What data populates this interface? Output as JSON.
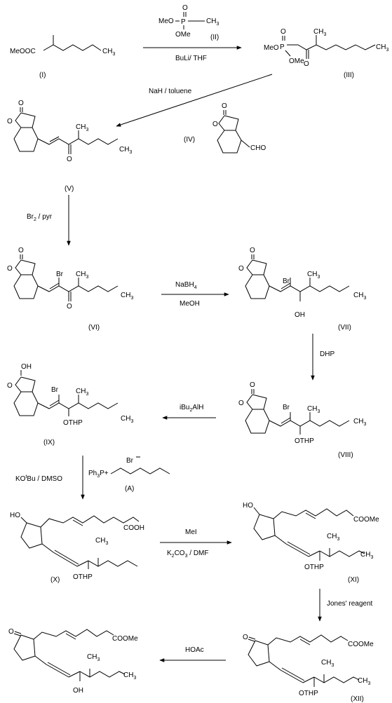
{
  "compounds": {
    "I": {
      "label": "(I)",
      "atoms": {
        "ester": "MeOOC",
        "ch3": "CH",
        "ch3_sub": "3"
      }
    },
    "II": {
      "label": "(II)",
      "atoms": {
        "o": "O",
        "p": "P",
        "meo": "MeO",
        "ome": "OMe",
        "ch3": "CH",
        "ch3_sub": "3"
      }
    },
    "III": {
      "label": "(III)",
      "atoms": {
        "meo": "MeO",
        "p": "P",
        "o_top": "O",
        "ome": "OMe",
        "o_keto": "O",
        "ch3_top": "CH",
        "ch3_top_sub": "3",
        "ch3_end": "CH",
        "ch3_end_sub": "3"
      }
    },
    "IV": {
      "label": "(IV)",
      "atoms": {
        "o_ring": "O",
        "o_carbonyl": "O",
        "cho": "CHO"
      }
    },
    "V": {
      "label": "(V)",
      "atoms": {
        "o_ring": "O",
        "o_carbonyl": "O",
        "o_keto": "O",
        "ch3_top": "CH",
        "ch3_top_sub": "3",
        "ch3_end": "CH",
        "ch3_end_sub": "3"
      }
    },
    "VI": {
      "label": "(VI)",
      "atoms": {
        "o_ring": "O",
        "o_carbonyl": "O",
        "br": "Br",
        "o_keto": "O",
        "ch3_top": "CH",
        "ch3_top_sub": "3",
        "ch3_end": "CH",
        "ch3_end_sub": "3"
      }
    },
    "VII": {
      "label": "(VII)",
      "atoms": {
        "o_ring": "O",
        "o_carbonyl": "O",
        "br": "Br",
        "oh": "OH",
        "ch3_top": "CH",
        "ch3_top_sub": "3",
        "ch3_end": "CH",
        "ch3_end_sub": "3"
      }
    },
    "VIII": {
      "label": "(VIII)",
      "atoms": {
        "o_ring": "O",
        "o_carbonyl": "O",
        "br": "Br",
        "othp": "OTHP",
        "ch3_top": "CH",
        "ch3_top_sub": "3",
        "ch3_end": "CH",
        "ch3_end_sub": "3"
      }
    },
    "IX": {
      "label": "(IX)",
      "atoms": {
        "oh": "OH",
        "o_ring": "O",
        "br": "Br",
        "othp": "OTHP",
        "ch3_top": "CH",
        "ch3_top_sub": "3",
        "ch3_end": "CH",
        "ch3_end_sub": "3"
      }
    },
    "A": {
      "label": "(A)",
      "atoms": {
        "br": "Br",
        "ph3p": "Ph",
        "ph3p_sub": "3",
        "p_plus": "P+"
      }
    },
    "X": {
      "label": "(X)",
      "atoms": {
        "ho": "HO",
        "cooh": "COOH",
        "othp": "OTHP",
        "ch3_top": "CH",
        "ch3_top_sub": "3"
      }
    },
    "XI": {
      "label": "(XI)",
      "atoms": {
        "ho": "HO",
        "coome": "COOMe",
        "othp": "OTHP",
        "ch3_top": "CH",
        "ch3_top_sub": "3",
        "ch3_end": "CH",
        "ch3_end_sub": "3"
      }
    },
    "XII": {
      "label": "(XII)",
      "atoms": {
        "o_keto": "O",
        "coome": "COOMe",
        "othp": "OTHP",
        "ch3_top": "CH",
        "ch3_top_sub": "3",
        "ch3_end": "CH",
        "ch3_end_sub": "3"
      }
    },
    "product": {
      "label": "",
      "atoms": {
        "o_keto": "O",
        "coome": "COOMe",
        "oh": "OH",
        "ch3_top": "CH",
        "ch3_top_sub": "3",
        "ch3_end": "CH",
        "ch3_end_sub": "3"
      }
    }
  },
  "reagents": {
    "step1": {
      "below": "BuLi/ THF"
    },
    "step2": {
      "above": "NaH / toluene"
    },
    "step3": {
      "text": "Br",
      "sub": "2",
      "tail": " / pyr"
    },
    "step4": {
      "above": "NaBH",
      "above_sub": "4",
      "below": "MeOH"
    },
    "step5": {
      "text": "DHP"
    },
    "step6": {
      "text": "iBu",
      "sub": "2",
      "tail": "AlH"
    },
    "step7": {
      "text": "KO",
      "sup": "t",
      "tail": "Bu / DMSO"
    },
    "step8": {
      "above": "MeI",
      "below": "K",
      "below_sub1": "2",
      "below_mid": "CO",
      "below_sub2": "3",
      "below_tail": " / DMF"
    },
    "step9": {
      "text": "Jones' reagent"
    },
    "step10": {
      "above": "HOAc"
    }
  }
}
